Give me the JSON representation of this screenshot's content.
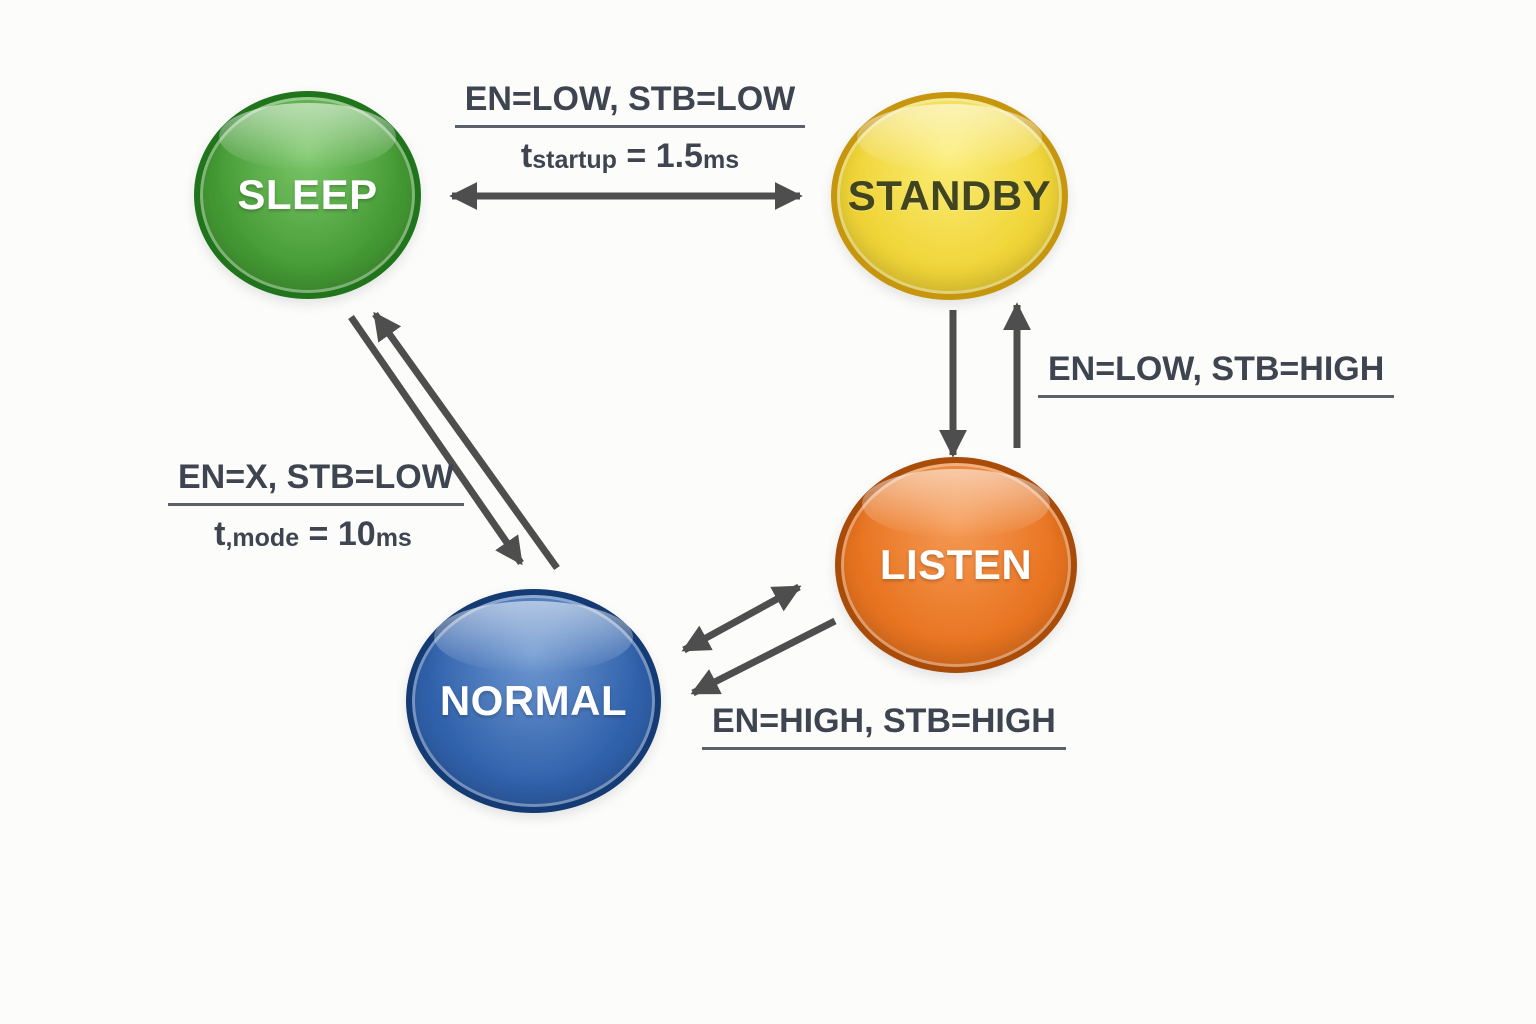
{
  "canvas": {
    "background": "#fcfcfb",
    "arrow_color": "#4e4e4e",
    "label_color": "#3e4450"
  },
  "states": [
    {
      "id": "sleep",
      "label": "SLEEP",
      "fill": "#449a34",
      "fill_light": "#7cc76a",
      "border": "#20751c",
      "text_color": "#ffffff"
    },
    {
      "id": "standby",
      "label": "STANDBY",
      "fill": "#f0d437",
      "fill_light": "#fbee79",
      "border": "#c6970e",
      "text_color": "#41451f"
    },
    {
      "id": "listen",
      "label": "LISTEN",
      "fill": "#e87420",
      "fill_light": "#f59a55",
      "border": "#aa4c09",
      "text_color": "#ffffff"
    },
    {
      "id": "normal",
      "label": "NORMAL",
      "fill": "#3061ab",
      "fill_light": "#6d97d0",
      "border": "#153b75",
      "text_color": "#ffffff"
    }
  ],
  "transitions": {
    "sleep_standby": {
      "condition": "EN=LOW, STB=LOW",
      "timing_t": "t",
      "timing_sub": "startup",
      "timing_eq": " = 1.5",
      "timing_unit": "ms"
    },
    "standby_listen": {
      "condition": "EN=LOW, STB=HIGH"
    },
    "normal_sleep": {
      "condition": "EN=X, STB=LOW",
      "timing_t": "t",
      "timing_sub": ",mode",
      "timing_eq": " = 10",
      "timing_unit": "ms"
    },
    "listen_normal": {
      "condition": "EN=HIGH, STB=HIGH"
    }
  }
}
